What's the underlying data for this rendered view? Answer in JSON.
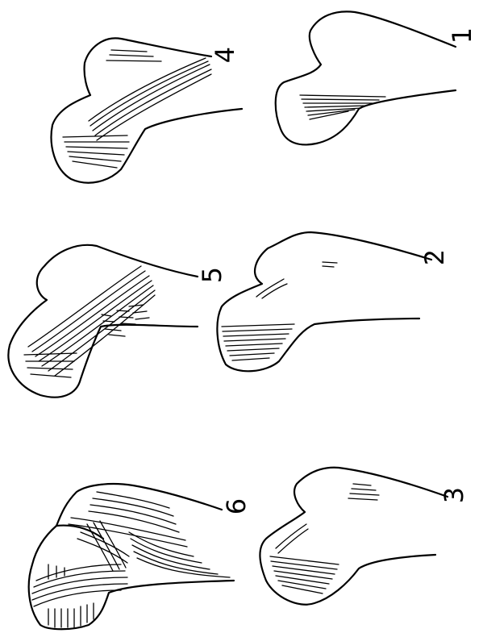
{
  "figure": {
    "labels": {
      "d1": "1",
      "d2": "2",
      "d3": "3",
      "d4": "4",
      "d5": "5",
      "d6": "6"
    }
  }
}
